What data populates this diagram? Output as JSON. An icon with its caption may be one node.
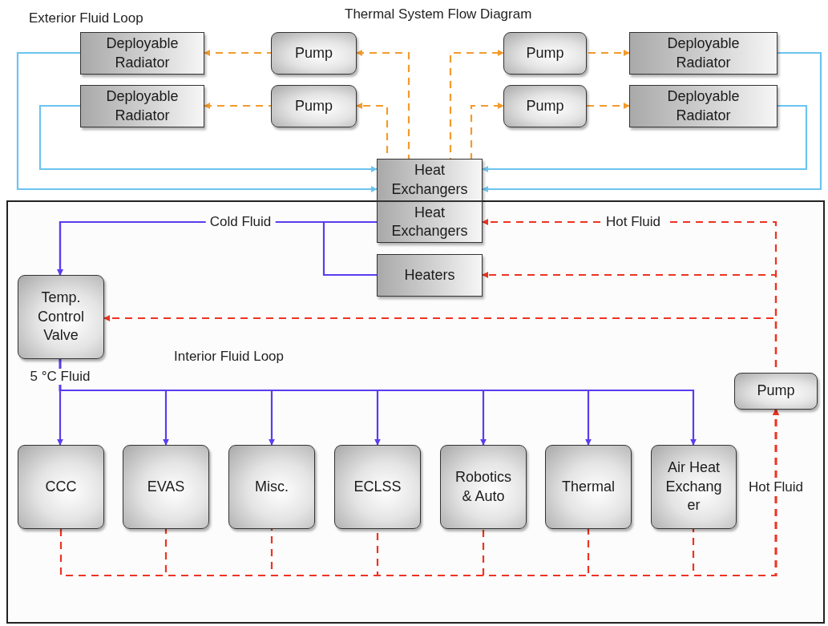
{
  "diagram": {
    "title": "Thermal System Flow Diagram",
    "nodes": [
      {
        "text": [
          "Deployable Radiator"
        ]
      },
      {
        "text": [
          "Pump"
        ]
      },
      {
        "text": [
          "Deployable Radiator"
        ]
      },
      {
        "text": [
          "Pump"
        ]
      },
      {
        "text": [
          "Pump"
        ]
      },
      {
        "text": [
          "Deployable Radiator"
        ]
      },
      {
        "text": [
          "Pump"
        ]
      },
      {
        "text": [
          "Deployable Radiator"
        ]
      },
      {
        "text": [
          "Heat Exchangers"
        ]
      },
      {
        "text": [
          "Interior Fluid Loop"
        ]
      },
      {
        "text": [
          "Heat Exchangers"
        ],
        "in": 9
      },
      {
        "text": [
          "Heaters"
        ],
        "in": 9
      },
      {
        "text": [
          "Temp. Control Valve"
        ],
        "in": 9
      },
      {
        "text": [
          "CCC"
        ],
        "in": 9
      },
      {
        "text": [
          "EVAS"
        ],
        "in": 9
      },
      {
        "text": [
          "Misc."
        ],
        "in": 9
      },
      {
        "text": [
          "ECLSS"
        ],
        "in": 9
      },
      {
        "text": [
          "Robotics & Auto"
        ],
        "in": 9
      },
      {
        "text": [
          "Thermal"
        ],
        "in": 9
      },
      {
        "text": [
          "Air Heat Exchang er"
        ],
        "in": 9
      },
      {
        "text": [
          "Pump"
        ],
        "in": 9
      }
    ],
    "edges": [
      {
        "from": 8,
        "to": 1,
        "arrow": "to",
        "style": "dashed",
        "color": "#f39a2b"
      },
      {
        "from": 8,
        "to": 3,
        "arrow": "to",
        "style": "dashed",
        "color": "#f39a2b"
      },
      {
        "from": 1,
        "to": 0,
        "arrow": "to",
        "style": "dashed",
        "color": "#f39a2b"
      },
      {
        "from": 3,
        "to": 2,
        "arrow": "to",
        "style": "dashed",
        "color": "#f39a2b"
      },
      {
        "from": 8,
        "to": 4,
        "arrow": "to",
        "style": "dashed",
        "color": "#f39a2b"
      },
      {
        "from": 8,
        "to": 6,
        "arrow": "to",
        "style": "dashed",
        "color": "#f39a2b"
      },
      {
        "from": 4,
        "to": 5,
        "arrow": "to",
        "style": "dashed",
        "color": "#f39a2b"
      },
      {
        "from": 6,
        "to": 7,
        "arrow": "to",
        "style": "dashed",
        "color": "#f39a2b"
      },
      {
        "from": 0,
        "to": 8,
        "arrow": "to",
        "color": "#6cc4f0"
      },
      {
        "from": 2,
        "to": 8,
        "arrow": "to",
        "color": "#6cc4f0"
      },
      {
        "from": 5,
        "to": 8,
        "arrow": "to",
        "color": "#6cc4f0"
      },
      {
        "from": 7,
        "to": 8,
        "arrow": "to",
        "color": "#6cc4f0"
      },
      {
        "from": 10,
        "to": 12,
        "arrow": "to",
        "label": "Cold Fluid",
        "color": "#5b3cf0"
      },
      {
        "from": 11,
        "to": 12,
        "arrow": "to",
        "color": "#5b3cf0"
      },
      {
        "from": 12,
        "to": 13,
        "arrow": "to",
        "label": "5 °C Fluid",
        "color": "#5b3cf0"
      },
      {
        "from": 12,
        "to": 14,
        "arrow": "to",
        "color": "#5b3cf0"
      },
      {
        "from": 12,
        "to": 15,
        "arrow": "to",
        "color": "#5b3cf0"
      },
      {
        "from": 12,
        "to": 16,
        "arrow": "to",
        "color": "#5b3cf0"
      },
      {
        "from": 12,
        "to": 17,
        "arrow": "to",
        "color": "#5b3cf0"
      },
      {
        "from": 12,
        "to": 18,
        "arrow": "to",
        "color": "#5b3cf0"
      },
      {
        "from": 12,
        "to": 19,
        "arrow": "to",
        "color": "#5b3cf0"
      },
      {
        "from": 13,
        "to": 20,
        "arrow": "to",
        "style": "dashed",
        "color": "#ee3322"
      },
      {
        "from": 14,
        "to": 20,
        "arrow": "to",
        "style": "dashed",
        "color": "#ee3322"
      },
      {
        "from": 15,
        "to": 20,
        "arrow": "to",
        "style": "dashed",
        "color": "#ee3322"
      },
      {
        "from": 16,
        "to": 20,
        "arrow": "to",
        "style": "dashed",
        "color": "#ee3322"
      },
      {
        "from": 17,
        "to": 20,
        "arrow": "to",
        "style": "dashed",
        "color": "#ee3322"
      },
      {
        "from": 18,
        "to": 20,
        "arrow": "to",
        "style": "dashed",
        "color": "#ee3322"
      },
      {
        "from": 19,
        "to": 20,
        "arrow": "to",
        "label": "Hot Fluid",
        "style": "dashed",
        "color": "#ee3322"
      },
      {
        "from": 20,
        "to": 10,
        "arrow": "to",
        "label": "Hot Fluid",
        "style": "dashed",
        "color": "#ee3322"
      },
      {
        "from": 20,
        "to": 11,
        "arrow": "to",
        "style": "dashed",
        "color": "#ee3322"
      },
      {
        "from": 20,
        "to": 12,
        "arrow": "to",
        "style": "dashed",
        "color": "#ee3322"
      }
    ],
    "labels": [
      "Exterior Fluid Loop"
    ]
  }
}
